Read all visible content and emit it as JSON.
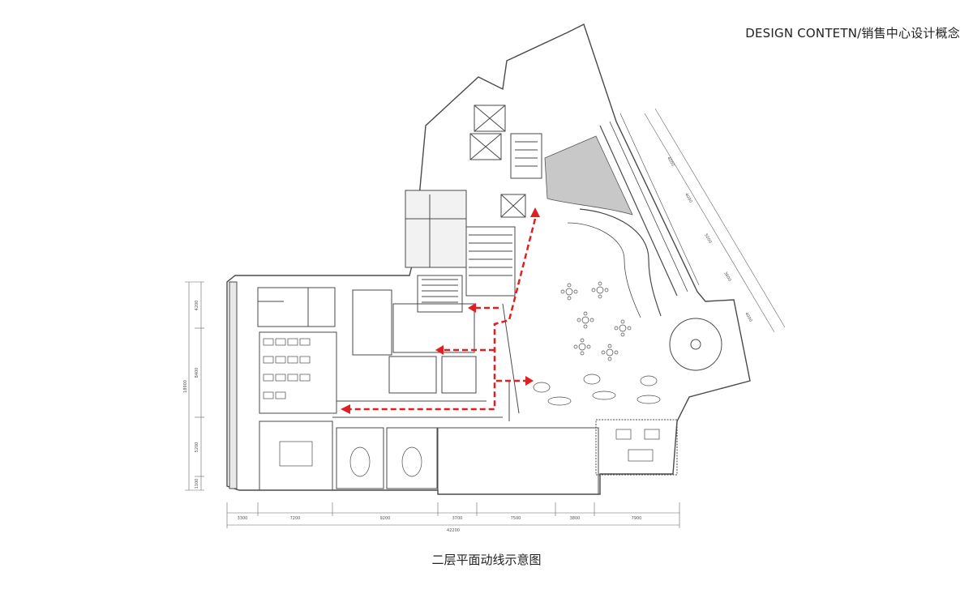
{
  "header": {
    "title": "DESIGN CONTETN/销售中心设计概念"
  },
  "caption": "二层平面动线示意图",
  "colors": {
    "wall": "#4a4a4a",
    "route": "#e02020",
    "zone_fill": "#d9d9d9",
    "paving": "#a0a0a0"
  },
  "dimensions_bottom": [
    "3300",
    "7200",
    "9200",
    "3700",
    "7500",
    "3800",
    "7900"
  ],
  "dimension_total": "42200",
  "dimensions_left": [
    "4200",
    "8400",
    "5200",
    "1100"
  ],
  "dimension_left_total": "18900",
  "dimensions_right": [
    "4000",
    "4000",
    "5000",
    "3800",
    "4000"
  ]
}
